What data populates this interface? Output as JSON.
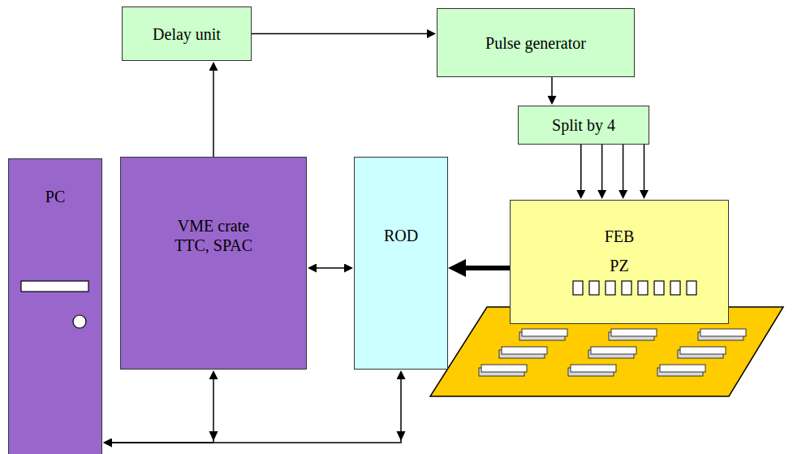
{
  "diagram": {
    "nodes": [
      {
        "text": [
          "Delay unit"
        ]
      },
      {
        "text": [
          "Pulse generator"
        ]
      },
      {
        "text": [
          "Split by 4"
        ]
      },
      {
        "text": [
          "PC"
        ]
      },
      {
        "text": [
          "VME crate TTC, SPAC"
        ]
      },
      {
        "text": [
          "ROD"
        ]
      },
      {
        "text": [
          "FEB",
          "PZ"
        ]
      }
    ],
    "edges": [
      {
        "from": 0,
        "to": 1,
        "arrow": "to"
      },
      {
        "from": 4,
        "to": 0,
        "arrow": "to"
      },
      {
        "from": 1,
        "to": 2,
        "arrow": "to"
      },
      {
        "from": 2,
        "to": 6,
        "arrow": "to"
      },
      {
        "from": 2,
        "to": 6,
        "arrow": "to"
      },
      {
        "from": 2,
        "to": 6,
        "arrow": "to"
      },
      {
        "from": 2,
        "to": 6,
        "arrow": "to"
      },
      {
        "from": 4,
        "to": 5,
        "arrow": "both"
      },
      {
        "from": 6,
        "to": 5,
        "arrow": "to"
      },
      {
        "from": 4,
        "to": 3,
        "arrow": "both"
      },
      {
        "from": 5,
        "to": 3,
        "arrow": "both"
      }
    ]
  }
}
